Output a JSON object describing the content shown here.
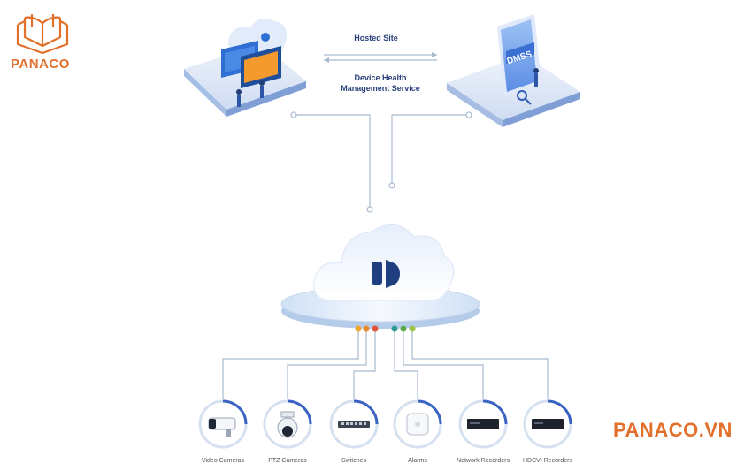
{
  "brand": {
    "logo_text": "PANACO",
    "site_url": "PANACO.VN",
    "accent": "#e3702a"
  },
  "diagram": {
    "hosted_site": "Hosted Site",
    "dmss_label": "DMSS",
    "service_line1": "Device Health",
    "service_line2": "Management Service",
    "hub_icon": "cloud-icon"
  },
  "devices": [
    {
      "label": "Video Cameras",
      "icon": "bullet-camera-icon"
    },
    {
      "label": "PTZ Cameras",
      "icon": "ptz-camera-icon"
    },
    {
      "label": "Switches",
      "icon": "switch-icon"
    },
    {
      "label": "Alarms",
      "icon": "alarm-icon"
    },
    {
      "label": "Network Recorders",
      "icon": "nvr-icon"
    },
    {
      "label": "HDCVI Recorders",
      "icon": "hdcvi-recorder-icon"
    }
  ],
  "colors": {
    "line": "#a9bad0",
    "node_blue": "#3a63c4",
    "dot_orange1": "#f0a72b",
    "dot_orange2": "#e98a2f",
    "dot_red": "#e0543a",
    "dot_teal": "#2a9a93",
    "dot_green1": "#5aaa4c",
    "dot_green2": "#9bc443"
  }
}
